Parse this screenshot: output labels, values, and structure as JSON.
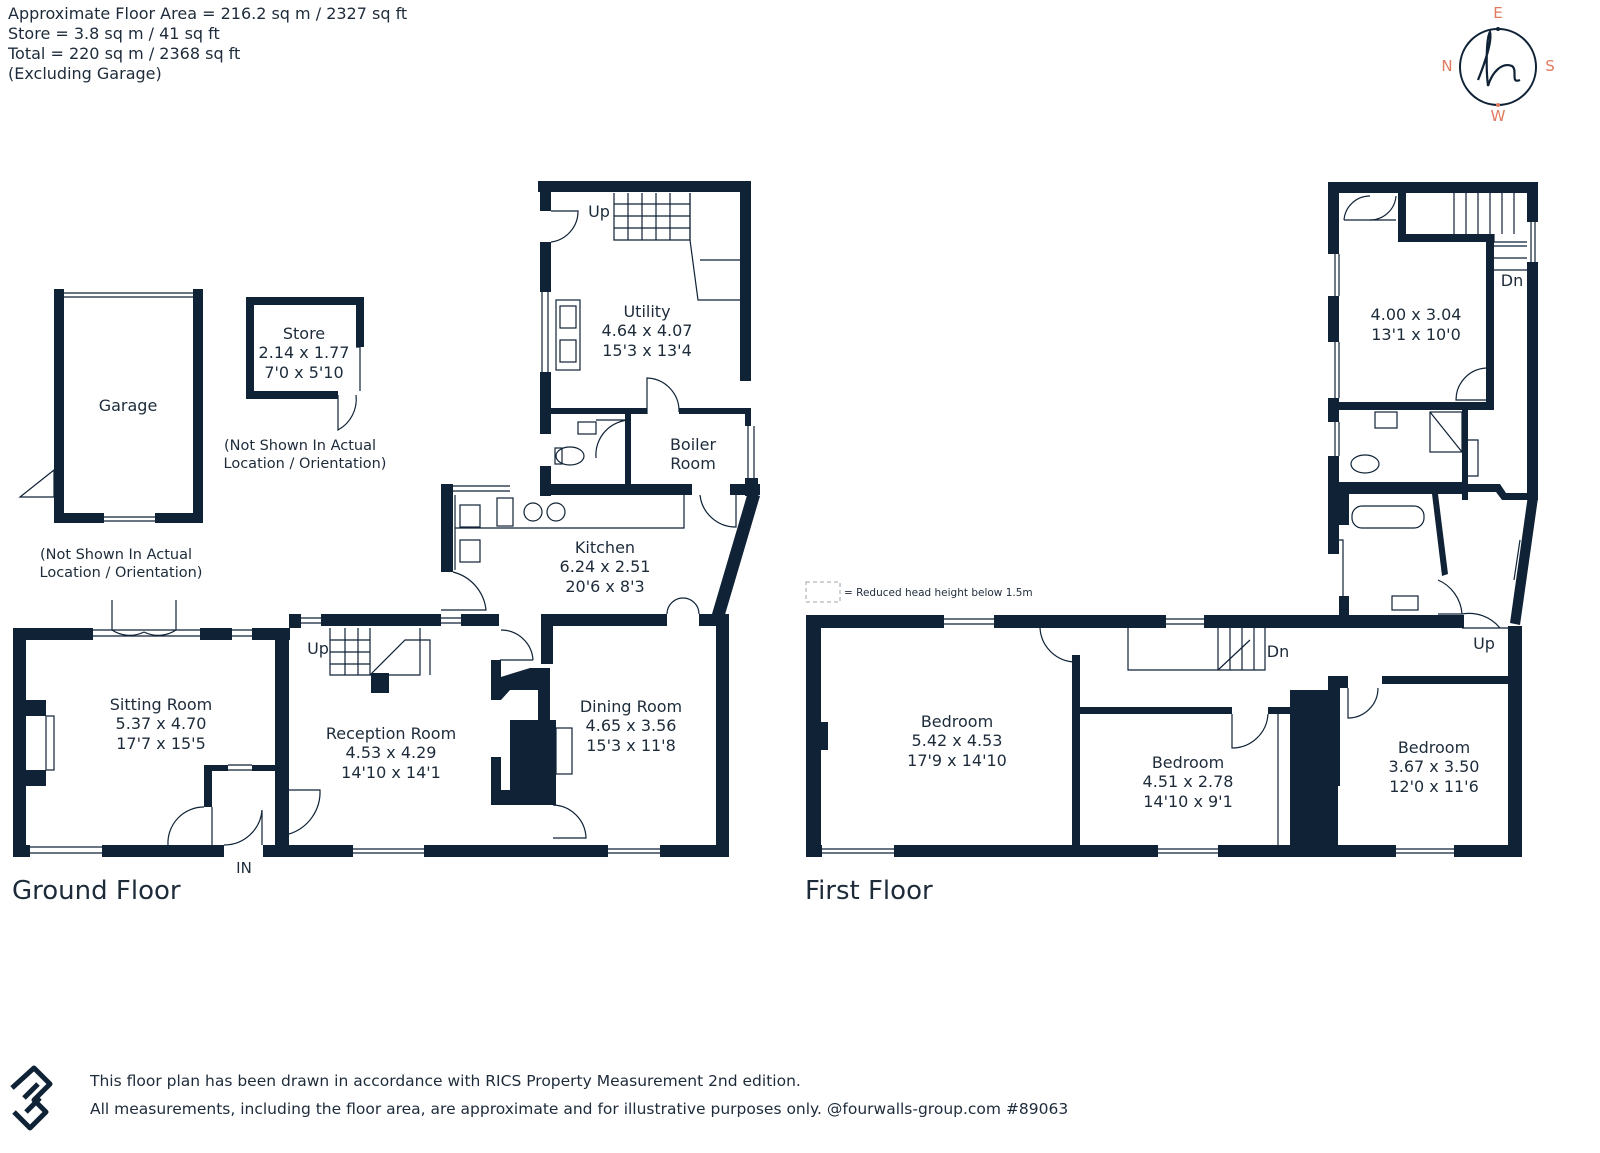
{
  "area": {
    "line1": "Approximate Floor Area = 216.2 sq m / 2327 sq ft",
    "line2": "Store = 3.8 sq m / 41 sq ft",
    "line3": "Total = 220 sq m / 2368 sq ft",
    "line4": "(Excluding Garage)"
  },
  "compass": {
    "e": "E",
    "n": "N",
    "s": "S",
    "w": "W",
    "color": "#e07a5f"
  },
  "colors": {
    "wall": "#0f2236",
    "text": "#1d2b3a"
  },
  "ground": {
    "title": "Ground Floor",
    "garage": "Garage",
    "store": {
      "name": "Store",
      "m": "2.14 x 1.77",
      "ft": "7'0 x 5'10"
    },
    "note_store": {
      "l1": "(Not Shown In Actual",
      "l2": "Location / Orientation)"
    },
    "note_garage": {
      "l1": "(Not Shown In Actual",
      "l2": "Location / Orientation)"
    },
    "utility": {
      "name": "Utility",
      "m": "4.64 x 4.07",
      "ft": "15'3 x 13'4"
    },
    "boiler": {
      "l1": "Boiler",
      "l2": "Room"
    },
    "kitchen": {
      "name": "Kitchen",
      "m": "6.24 x 2.51",
      "ft": "20'6 x 8'3"
    },
    "sitting": {
      "name": "Sitting Room",
      "m": "5.37 x 4.70",
      "ft": "17'7 x 15'5"
    },
    "reception": {
      "name": "Reception Room",
      "m": "4.53 x 4.29",
      "ft": "14'10 x 14'1"
    },
    "dining": {
      "name": "Dining Room",
      "m": "4.65 x 3.56",
      "ft": "15'3 x 11'8"
    },
    "up1": "Up",
    "up2": "Up",
    "in": "IN"
  },
  "first": {
    "title": "First Floor",
    "room_top": {
      "m": "4.00 x 3.04",
      "ft": "13'1 x 10'0"
    },
    "bed1": {
      "name": "Bedroom",
      "m": "5.42 x 4.53",
      "ft": "17'9 x 14'10"
    },
    "bed2": {
      "name": "Bedroom",
      "m": "4.51 x 2.78",
      "ft": "14'10 x 9'1"
    },
    "bed3": {
      "name": "Bedroom",
      "m": "3.67 x 3.50",
      "ft": "12'0 x 11'6"
    },
    "dn1": "Dn",
    "dn2": "Dn",
    "up": "Up",
    "legend": "= Reduced head height below 1.5m"
  },
  "footer": {
    "line1": "This floor plan has been drawn in accordance with RICS Property Measurement 2nd edition.",
    "line2": "All measurements, including the floor area, are approximate and for illustrative purposes only. @fourwalls-group.com #89063"
  }
}
